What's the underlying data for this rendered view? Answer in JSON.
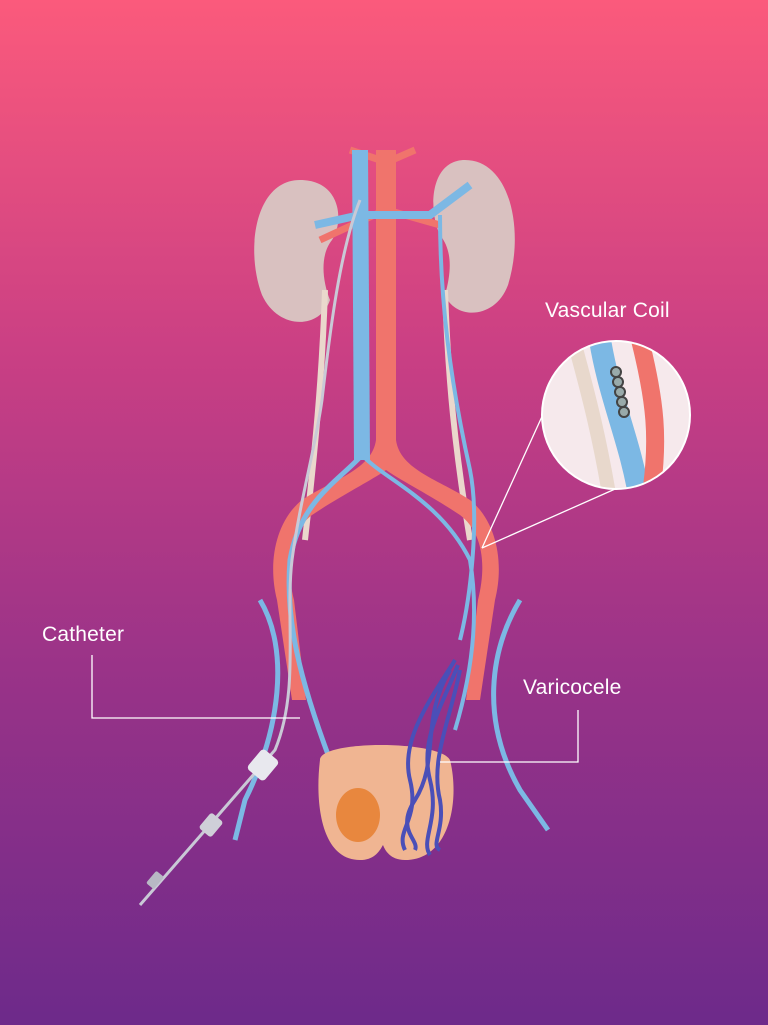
{
  "labels": {
    "vascular_coil": "Vascular Coil",
    "catheter": "Catheter",
    "varicocele": "Varicocele"
  },
  "colors": {
    "background_top": "#fb5a7c",
    "background_bottom": "#6d2a8a",
    "artery": "#f0746c",
    "vein": "#7cb8e4",
    "kidney": "#d9c1c0",
    "testis": "#f0b592",
    "varicocele": "#4a4fb8"
  }
}
